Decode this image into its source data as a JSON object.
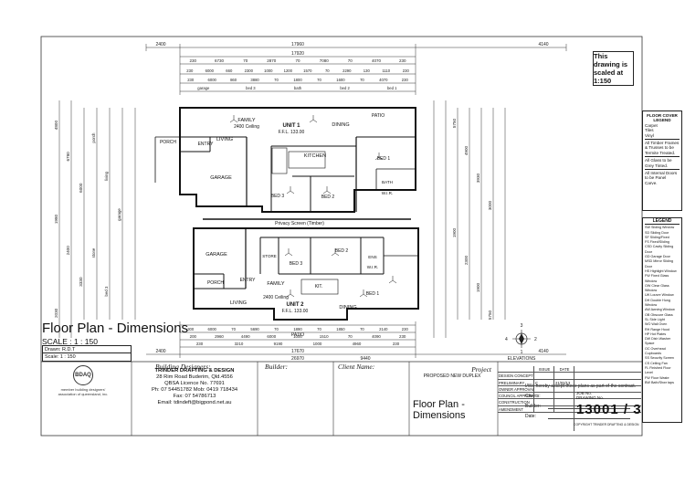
{
  "scale_note": "This drawing is scaled at 1:150",
  "floor_cover_legend": {
    "title": "FLOOR COVER",
    "subtitle": "LEGEND",
    "items": [
      "Carpet",
      "Tiles",
      "Vinyl"
    ],
    "notes": [
      "All Timber Frames & Trusses to be Termite Treated.",
      "All Glass to be Grey Tinted.",
      "All Internal Doors to be Panel Carve."
    ]
  },
  "window_legend": {
    "title": "LEGEND",
    "items": [
      "SW  Sliding Window",
      "SD  Sliding Door",
      "SF  Sliding/Fixed",
      "FS  Fixed/Sliding",
      "CSD  Cavity Sliding Door",
      "GD  Garage Door",
      "MSD  Mirror Sliding Door",
      "HS  Highlight Window",
      "FW  Fixed Glass Window",
      "OW  Clear Glass Window",
      "LW  Louvre Window",
      "DH  Double Hung Window",
      "AW  Awning Window",
      "OB  Obscure Glass",
      "SL  Side Light",
      "WO  Wall Oven",
      "RH  Range Hood",
      "HP  Hot Plates",
      "DW  Dish Washer Space",
      "OC  Overhead Cupboards",
      "SS  Security Screen",
      "CS  Ceiling Fan",
      "FL  Finished Floor Level",
      "FW  Floor Waste",
      "BW  Bath/Shwr taps"
    ]
  },
  "plan": {
    "unit1_name": "UNIT 1",
    "unit1_ffl": "F.F.L. 133.00",
    "unit2_name": "UNIT 2",
    "unit2_ffl": "F.F.L. 133.00",
    "rooms": {
      "family1": "FAMILY",
      "ceiling1": "2400 Ceiling",
      "living1": "LIVING",
      "entry1": "ENTRY",
      "porch1": "PORCH",
      "dining1": "DINING",
      "patio1": "PATIO",
      "kitchen1": "KITCHEN",
      "garage1": "GARAGE",
      "bed3_1": "BED 3",
      "bed2_1": "BED 2",
      "bed1_1": "BED 1",
      "wir1": "W.I.R.",
      "bath1": "BATH",
      "privacy": "Privacy Screen (Timber)",
      "garage2": "GARAGE",
      "store2": "STORE",
      "bed3_2": "BED 3",
      "bed2_2": "BED 2",
      "ens2": "ENS",
      "wir2": "W.I.R.",
      "bed1_2": "BED 1",
      "porch2": "PORCH",
      "entry2": "ENTRY",
      "living2": "LIVING",
      "family2": "FAMILY",
      "ceiling2": "2400 Ceiling",
      "kit2": "KIT.",
      "dining2": "DINING",
      "patio2": "PATIO"
    },
    "top_dims": {
      "overall": "17960",
      "left": "2400",
      "right": "4140",
      "row2": "17920",
      "row3": [
        "230",
        "6730",
        "70",
        "2870",
        "70",
        "7080",
        "70",
        "4070",
        "230"
      ],
      "row4": [
        "230",
        "6000",
        "660",
        "2300",
        "1000",
        "1200",
        "1570",
        "70",
        "2290",
        "130",
        "1110",
        "230"
      ],
      "row5": [
        "230",
        "6000",
        "860",
        "3880",
        "70",
        "1800",
        "70",
        "1600",
        "70",
        "4070",
        "230"
      ],
      "row6": [
        "garage",
        "bed 3",
        "bath",
        "bed 2",
        "bed 1"
      ]
    },
    "bottom_dims": {
      "row1": [
        "300",
        "6000",
        "70",
        "5690",
        "70",
        "1890",
        "70",
        "1850",
        "70",
        "2140",
        "230"
      ],
      "row2": [
        "200",
        "2960",
        "4490",
        "6000",
        "1000",
        "1510",
        "70",
        "4090",
        "230"
      ],
      "row3": [
        "230",
        "3210",
        "9190",
        "1000",
        "4960",
        "230"
      ],
      "overall": "26970",
      "left": "2400",
      "mid": "17670",
      "right": "4140",
      "sub": "9440"
    },
    "left_dims": [
      "4800",
      "6780",
      "6000",
      "1980",
      "2400",
      "3330",
      "2030"
    ],
    "right_dims": [
      "5750",
      "4900",
      "3930",
      "3000",
      "1900",
      "2300",
      "1900",
      "5750"
    ],
    "side_labels": [
      "porch",
      "living",
      "garage",
      "stone",
      "bed 3"
    ]
  },
  "elevations_label": "ELEVATIONS",
  "compass_numbers": [
    "1",
    "2",
    "3",
    "4"
  ],
  "drawing_title": "Floor Plan - Dimensions",
  "scale_label": "SCALE : 1 : 150",
  "drawn": {
    "label": "Drawn:",
    "value": "R.D.T"
  },
  "scale_row": {
    "label": "Scale:",
    "value": "1 : 150"
  },
  "logo": {
    "mark": "BDAQ",
    "text": "member building designers' association of queensland, inc."
  },
  "designer": {
    "caption": "Building Designers:",
    "name": "TRINDER DRAFTING & DESIGN",
    "address": "28 Rim Road Buderim, Qld.4556",
    "licence": "QBSA Licence No. 77691",
    "phone": "Ph: 07 54451782   Mob: 0419 718434",
    "fax": "Fax: 07 54786713",
    "email": "Email: tdindeft@bigpond.net.au"
  },
  "builder_caption": "Builder:",
  "client_caption": "Client Name:",
  "project": {
    "caption": "Project",
    "name": "PROPOSED NEW DUPLEX"
  },
  "sheet_title": "Floor Plan - Dimensions",
  "accept_text": "I/We hereby accept these plans as part of the contract.",
  "signatures": [
    "Clients:",
    "Builder:",
    "Date:"
  ],
  "issue_table": {
    "headers": [
      "ISSUE",
      "DATE"
    ],
    "rows": [
      {
        "label": "DESIGN CONCEPT",
        "issue": "",
        "date": ""
      },
      {
        "label": "PRELIMINARY",
        "issue": "C",
        "date": "21/02/13"
      },
      {
        "label": "OWNER APPROVAL",
        "issue": "",
        "date": ""
      },
      {
        "label": "COUNCIL APPROVAL",
        "issue": "",
        "date": ""
      },
      {
        "label": "CONSTRUCTION",
        "issue": "",
        "date": ""
      },
      {
        "label": "AMENDMENT",
        "issue": "",
        "date": ""
      }
    ]
  },
  "job_label": "JOB No.",
  "drawing_label": "DRAWING No.",
  "drawing_number": "13001  /  3",
  "copyright": "COPYRIGHT TRINDER DRAFTING & DESIGN"
}
